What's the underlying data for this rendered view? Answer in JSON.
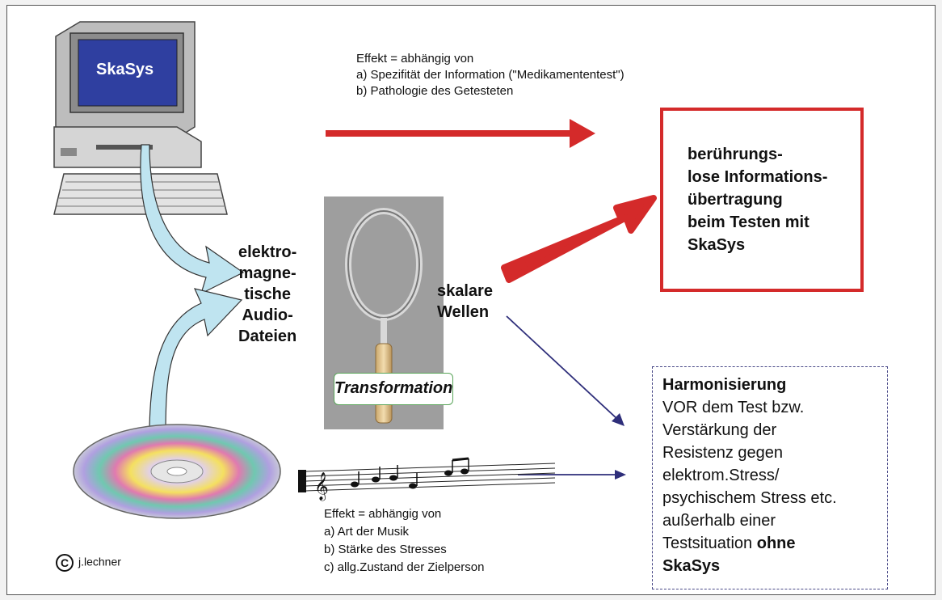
{
  "computer": {
    "screen_label": "SkaSys"
  },
  "top_effect": {
    "title": "Effekt = abhängig von",
    "items": [
      "a) Spezifität der Information (\"Medikamententest\")",
      "b) Pathologie des Getesteten"
    ]
  },
  "em_label": {
    "lines": [
      "elektro-",
      "magne-",
      "tische",
      "Audio-",
      "Dateien"
    ]
  },
  "scalar_label": {
    "lines": [
      "skalare",
      "Wellen"
    ]
  },
  "transformation_label": "Transformation",
  "red_box": {
    "lines": [
      "berührungs-",
      "lose Informations-",
      "übertragung",
      "beim Testen mit",
      "SkaSys"
    ]
  },
  "dashed_box": {
    "heading": "Harmonisierung",
    "lines": [
      "VOR dem Test bzw.",
      "Verstärkung der",
      "Resistenz gegen",
      "elektrom.Stress/",
      "psychischem Stress etc.",
      "außerhalb einer"
    ],
    "last_line_plain": "Testsituation ",
    "last_line_bold": "ohne",
    "final_line_bold": "SkaSys"
  },
  "bottom_effect": {
    "title": "Effekt = abhängig von",
    "items": [
      "a) Art der Musik",
      "b) Stärke des Stresses",
      "c) allg.Zustand der Zielperson"
    ]
  },
  "copyright": {
    "symbol": "C",
    "author": "j.lechner"
  },
  "colors": {
    "red_arrow": "#d42a2a",
    "blue_arrow": "#2e2e7a",
    "light_blue_arrow": "#bfe4f0",
    "green_border": "#5aa55a"
  }
}
